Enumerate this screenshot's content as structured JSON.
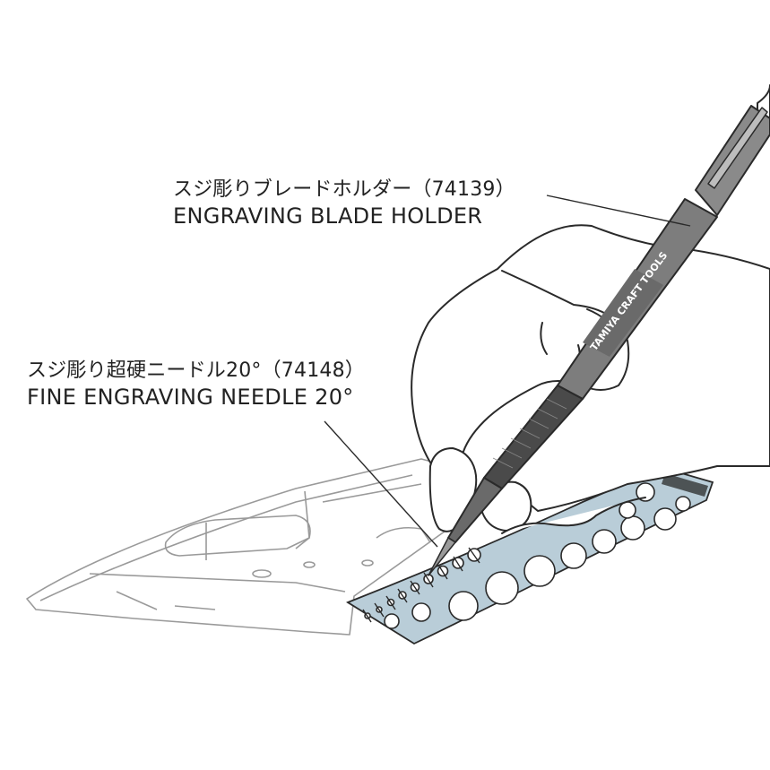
{
  "labels": {
    "holder": {
      "jp": "スジ彫りブレードホルダー（74139）",
      "en": "ENGRAVING BLADE HOLDER"
    },
    "needle": {
      "jp": "スジ彫り超硬ニードル20°（74148）",
      "en": "FINE ENGRAVING NEEDLE 20°"
    }
  },
  "tool_branding": "TAMIYA CRAFT TOOLS",
  "colors": {
    "line": "#2a2a2a",
    "wing_line": "#9a9a9a",
    "tool_body": "#7d7d7d",
    "tool_dark": "#4a4a4a",
    "template": "#b9cdd8"
  }
}
